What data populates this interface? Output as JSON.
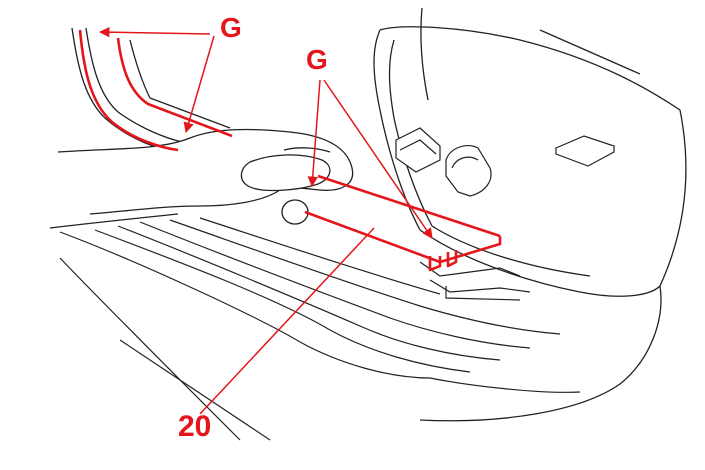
{
  "figure": {
    "line_color": "#222222",
    "accent_color": "#e4161b",
    "callouts": {
      "g_upper": "G",
      "g_right": "G",
      "part_number": "20"
    }
  }
}
